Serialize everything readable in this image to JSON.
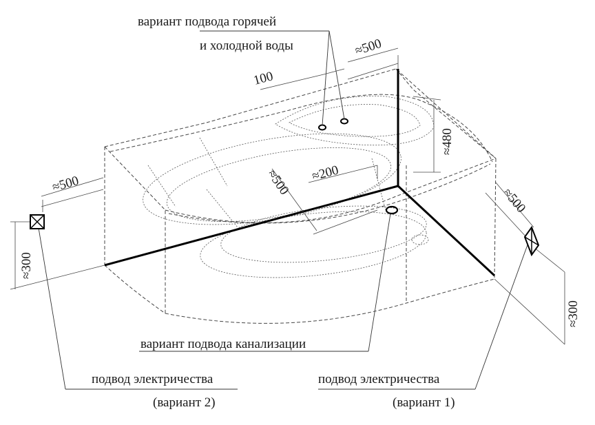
{
  "labels": {
    "hot_cold_line1": "вариант подвода горячей",
    "hot_cold_line2": "и холодной воды",
    "sewer": "вариант подвода канализации",
    "electric_v2_line1": "подвод электричества",
    "electric_v2_line2": "(вариант 2)",
    "electric_v1_line1": "подвод электричества",
    "electric_v1_line2": "(вариант 1)"
  },
  "dimensions": {
    "top_500": "≈500",
    "top_100": "100",
    "height_480": "≈480",
    "mid_200": "≈200",
    "mid_500": "≈500",
    "left_500": "≈500",
    "left_300": "≈300",
    "right_500": "≈500",
    "right_300": "≈300"
  },
  "colors": {
    "ink": "#1a1a1a",
    "background": "#ffffff"
  }
}
